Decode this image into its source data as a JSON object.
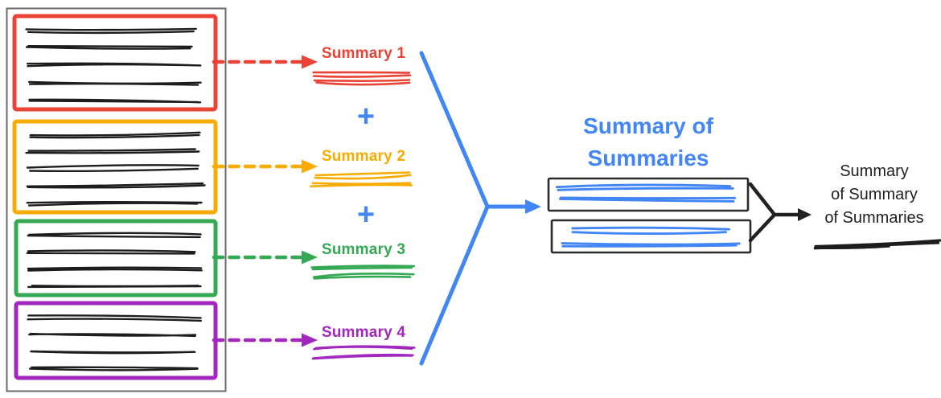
{
  "colors": {
    "red": "#EA4335",
    "yellow": "#F9AB00",
    "green": "#34A853",
    "purple": "#A127BE",
    "blue": "#4285F4",
    "ink": "#1d1d1d",
    "text_black": "#212121",
    "outer_border_gray": "#6a6a6a",
    "sos_box_border": "#2b2b2b"
  },
  "source_documents": {
    "docs": [
      {
        "name": "document-1",
        "color": "red",
        "line_count": 5
      },
      {
        "name": "document-2",
        "color": "yellow",
        "line_count": 5
      },
      {
        "name": "document-3",
        "color": "green",
        "line_count": 4
      },
      {
        "name": "document-4",
        "color": "purple",
        "line_count": 4
      }
    ]
  },
  "summaries": [
    {
      "label": "Summary 1",
      "color": "red",
      "scribble_lines": 2
    },
    {
      "label": "Summary 2",
      "color": "yellow",
      "scribble_lines": 2
    },
    {
      "label": "Summary 3",
      "color": "green",
      "scribble_lines": 2
    },
    {
      "label": "Summary 4",
      "color": "purple",
      "scribble_lines": 2
    }
  ],
  "operators": {
    "plus_1": "+",
    "plus_2": "+"
  },
  "summary_of_summaries": {
    "title_line_1": "Summary of",
    "title_line_2": "Summaries",
    "boxes": [
      {
        "line_count": 2
      },
      {
        "line_count": 2
      }
    ]
  },
  "final_summary": {
    "label_line_1": "Summary",
    "label_line_2": "of Summary",
    "label_line_3": "of Summaries",
    "scribble_lines": 1
  }
}
